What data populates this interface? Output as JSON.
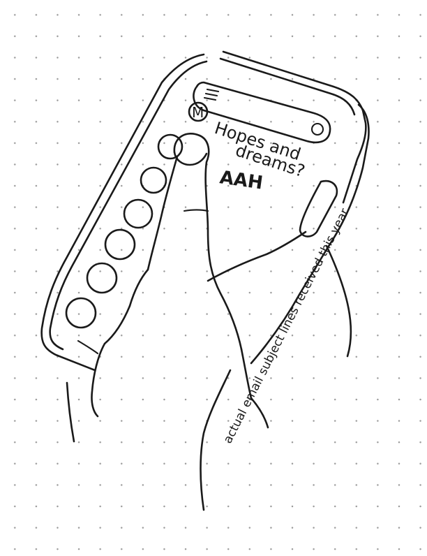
{
  "sketch": {
    "email_app": {
      "avatar_letter": "M",
      "subject_line_1": "Hopes and",
      "subject_line_2": "dreams?",
      "reaction": "AAH"
    },
    "caption": "actual email subject lines received this year"
  }
}
